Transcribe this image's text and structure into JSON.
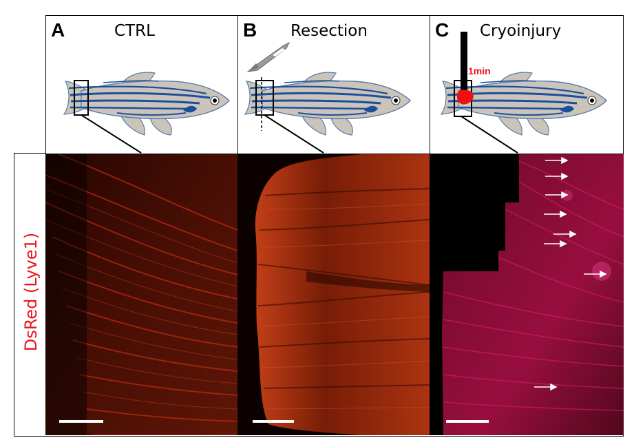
{
  "panels": [
    {
      "letter": "A",
      "title": "CTRL"
    },
    {
      "letter": "B",
      "title": "Resection"
    },
    {
      "letter": "C",
      "title": "Cryoinjury",
      "annotation": "1min"
    }
  ],
  "side_label": "DsRed (Lyve1)",
  "colors": {
    "fish_body": "#cbc4bb",
    "fish_stripe": "#1b4f9c",
    "ctrl_fluor": "#c02a10",
    "resection_fluor": "#e0461a",
    "cryo_fluor": "#d2145a",
    "label_red": "#e8151b"
  },
  "arrow_count": 8
}
